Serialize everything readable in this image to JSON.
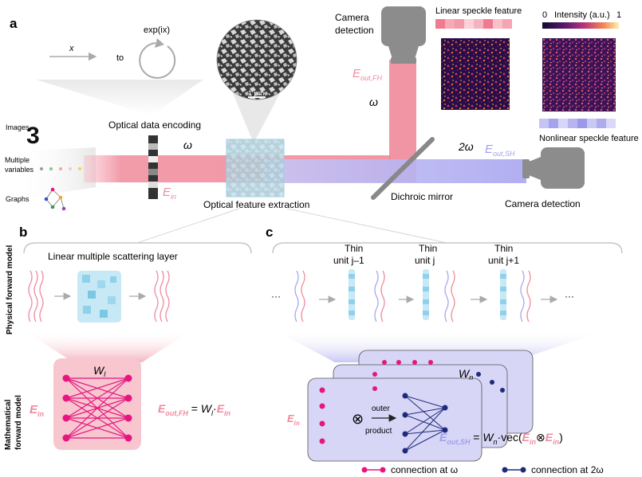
{
  "panels": {
    "a": "a",
    "b": "b",
    "c": "c"
  },
  "panel_a": {
    "x_label": "x",
    "to_label": "to",
    "exp_label": "exp(ix)",
    "scale_bar": "1 μm",
    "camera_top_label_1": "Camera",
    "camera_top_label_2": "detection",
    "linear_speckle_label": "Linear speckle feature",
    "colorbar_min": "0",
    "colorbar_label": "Intensity (a.u.)",
    "colorbar_max": "1",
    "e_out_fh": "E",
    "e_out_fh_sub": "out,FH",
    "omega_up": "ω",
    "two_omega": "2ω",
    "e_out_sh": "E",
    "e_out_sh_sub": "out,SH",
    "nonlinear_speckle_label": "Nonlinear speckle feature",
    "images_label": "Images",
    "digit": "3",
    "multiple_1": "Multiple",
    "multiple_2": "variables",
    "graphs_label": "Graphs",
    "optical_data_encoding": "Optical data encoding",
    "omega_beam": "ω",
    "e_in": "E",
    "e_in_sub": "in",
    "optical_feature_extraction": "Optical feature extraction",
    "dichroic_mirror": "Dichroic mirror",
    "camera_detection": "Camera detection"
  },
  "panel_b": {
    "physical_model": "Physical forward model",
    "mathematical_model_1": "Mathematical",
    "mathematical_model_2": "forward model",
    "linear_layer": "Linear multiple scattering layer",
    "w_l": "W",
    "w_l_sub": "l",
    "e_in": "E",
    "e_in_sub": "in",
    "eq_lhs": "E",
    "eq_lhs_sub": "out,FH",
    "eq_eq": " = ",
    "eq_w": "W",
    "eq_w_sub": "l",
    "eq_dot": "·",
    "eq_e": "E",
    "eq_e_sub": "in"
  },
  "panel_c": {
    "ellipsis_left": "···",
    "ellipsis_right": "···",
    "thin": "Thin",
    "unit_prev": "unit j–1",
    "unit_cur": "unit j",
    "unit_next": "unit j+1",
    "w_n": "W",
    "w_n_sub": "n",
    "e_in": "E",
    "e_in_sub": "in",
    "outer_1": "outer",
    "outer_2": "product",
    "otimes": "⊗",
    "eq_lhs": "E",
    "eq_lhs_sub": "out,SH",
    "eq_eq": " = ",
    "eq_w": "W",
    "eq_w_sub": "n",
    "eq_vec": "·vec(",
    "eq_e1": "E",
    "eq_e1_sub": "in",
    "eq_otimes": "⊗",
    "eq_e2": "E",
    "eq_e2_sub": "in",
    "eq_close": ")",
    "legend_omega": "connection at ω",
    "legend_two_omega": "connection at 2ω"
  },
  "colors": {
    "red_beam": "#f08a9a",
    "blue_beam": "#a9a6f0",
    "pink_node": "#e6157f",
    "navy_node": "#1f2a7a",
    "pink_box": "#f7c6cf",
    "blue_box": "#d7d6f6",
    "label_pink": "#ef8aa0",
    "label_blue": "#9f9ff0",
    "scatter": "#9fd8ee"
  }
}
